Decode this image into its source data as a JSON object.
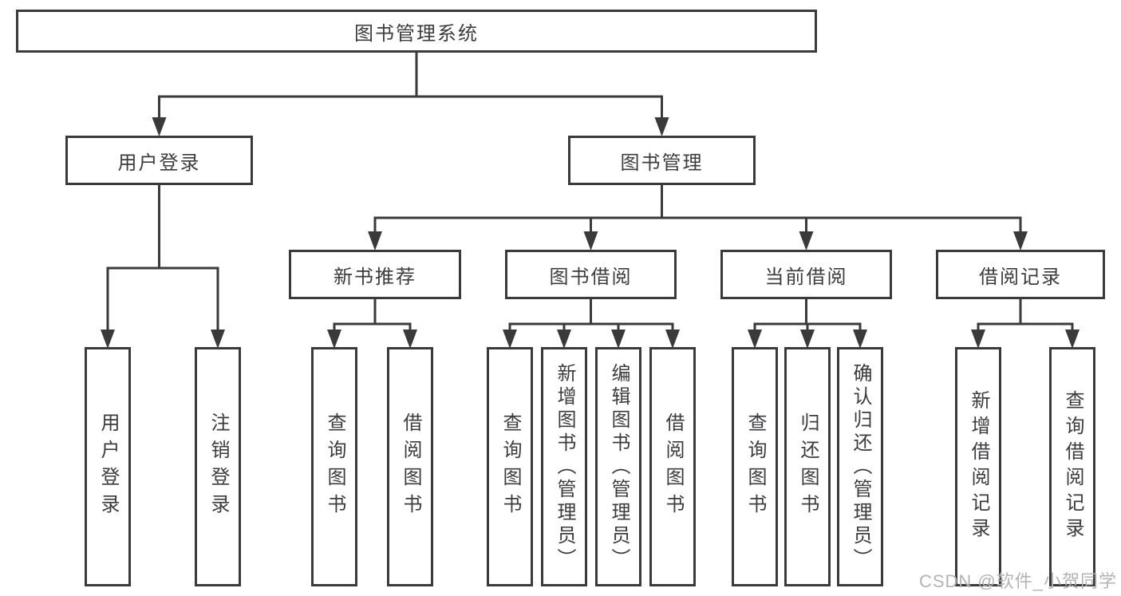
{
  "colors": {
    "line": "#3a3a3a",
    "text": "#3c3c40",
    "watermark": "#b3b3b3",
    "background": "#ffffff"
  },
  "tree": {
    "root": {
      "label": "图书管理系统"
    },
    "branches": [
      {
        "label": "用户登录",
        "children": [
          "用户登录",
          "注销登录"
        ]
      },
      {
        "label": "图书管理",
        "children": [
          {
            "label": "新书推荐",
            "children": [
              "查询图书",
              "借阅图书"
            ]
          },
          {
            "label": "图书借阅",
            "children": [
              "查询图书",
              "新增图书（管理员）",
              "编辑图书（管理员）",
              "借阅图书"
            ]
          },
          {
            "label": "当前借阅",
            "children": [
              "查询图书",
              "归还图书",
              "确认归还（管理员）"
            ]
          },
          {
            "label": "借阅记录",
            "children": [
              "新增借阅记录",
              "查询借阅记录"
            ]
          }
        ]
      }
    ]
  },
  "watermark": {
    "text": "CSDN @软件_小贺同学"
  }
}
